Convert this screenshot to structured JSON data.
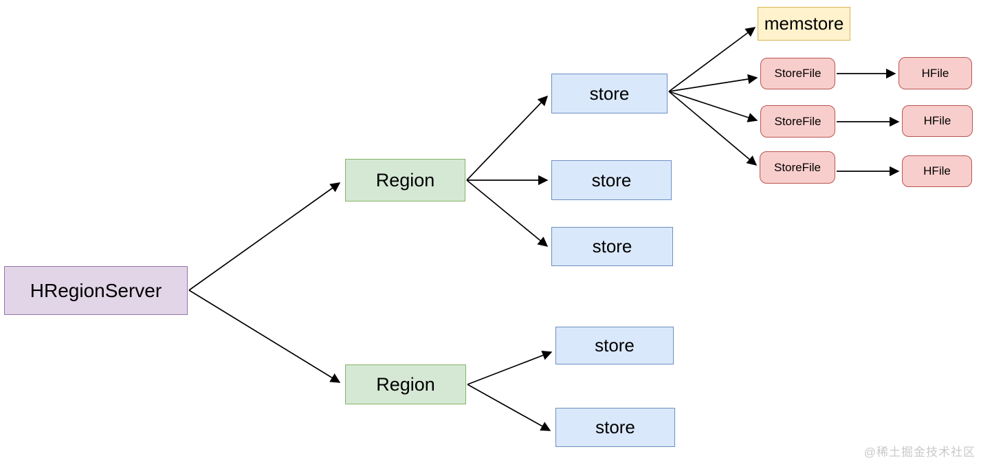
{
  "diagram": {
    "title_hint": "HBase HRegionServer storage structure diagram",
    "nodes": {
      "hregionserver": {
        "label": "HRegionServer"
      },
      "region_top": {
        "label": "Region"
      },
      "region_bottom": {
        "label": "Region"
      },
      "store_1": {
        "label": "store"
      },
      "store_2": {
        "label": "store"
      },
      "store_3": {
        "label": "store"
      },
      "store_4": {
        "label": "store"
      },
      "store_5": {
        "label": "store"
      },
      "memstore": {
        "label": "memstore"
      },
      "storefile_1": {
        "label": "StoreFile"
      },
      "storefile_2": {
        "label": "StoreFile"
      },
      "storefile_3": {
        "label": "StoreFile"
      },
      "hfile_1": {
        "label": "HFile"
      },
      "hfile_2": {
        "label": "HFile"
      },
      "hfile_3": {
        "label": "HFile"
      }
    },
    "edges": [
      {
        "from": "hregionserver",
        "to": "region_top"
      },
      {
        "from": "hregionserver",
        "to": "region_bottom"
      },
      {
        "from": "region_top",
        "to": "store_1"
      },
      {
        "from": "region_top",
        "to": "store_2"
      },
      {
        "from": "region_top",
        "to": "store_3"
      },
      {
        "from": "region_bottom",
        "to": "store_4"
      },
      {
        "from": "region_bottom",
        "to": "store_5"
      },
      {
        "from": "store_1",
        "to": "memstore"
      },
      {
        "from": "store_1",
        "to": "storefile_1"
      },
      {
        "from": "store_1",
        "to": "storefile_2"
      },
      {
        "from": "store_1",
        "to": "storefile_3"
      },
      {
        "from": "storefile_1",
        "to": "hfile_1"
      },
      {
        "from": "storefile_2",
        "to": "hfile_2"
      },
      {
        "from": "storefile_3",
        "to": "hfile_3"
      }
    ],
    "watermark": "@稀土掘金技术社区"
  },
  "colors": {
    "hrs_fill": "#e1d5e7",
    "hrs_border": "#9673a6",
    "region_fill": "#d5e8d4",
    "region_border": "#82b366",
    "store_fill": "#dae8fc",
    "store_border": "#6c8ebf",
    "memstore_fill": "#fff2cc",
    "memstore_border": "#d6b656",
    "file_fill": "#f8cecc",
    "file_border": "#b85450",
    "arrow": "#000000",
    "watermark_color": "#c9c9c9"
  }
}
